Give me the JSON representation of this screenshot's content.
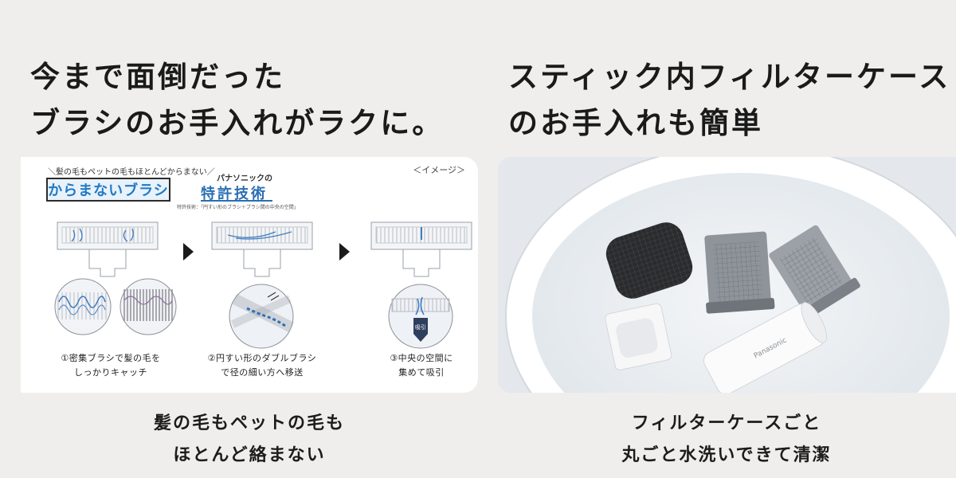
{
  "left": {
    "heading": [
      "今まで面倒だった",
      "ブラシのお手入れがラクに。"
    ],
    "caption": [
      "髪の毛もペットの毛も",
      "ほとんど絡まない"
    ],
    "panel": {
      "tagline": "＼髪の毛もペットの毛もほとんどからまない／",
      "brush_logo": "からまないブラシ",
      "maker": "パナソニックの",
      "patent_logo": "特許技術",
      "patent_note": "特許技術：「円すい形のブラシ＋ブラシ間の中央の空間」",
      "image_note": "＜イメージ＞",
      "suction_label": "吸引",
      "steps": [
        [
          "①密集ブラシで髪の毛を",
          "しっかりキャッチ"
        ],
        [
          "②円すい形のダブルブラシ",
          "で径の細い方へ移送"
        ],
        [
          "③中央の空間に",
          "集めて吸引"
        ]
      ]
    }
  },
  "right": {
    "heading": [
      "スティック内フィルターケース",
      "のお手入れも簡単"
    ],
    "caption": [
      "フィルターケースごと",
      "丸ごと水洗いできて清潔"
    ],
    "photo": {
      "brand_text": "Panasonic"
    }
  },
  "colors": {
    "background": "#efeeec",
    "text": "#1c1c1c",
    "accent_blue": "#1f7ac8"
  }
}
